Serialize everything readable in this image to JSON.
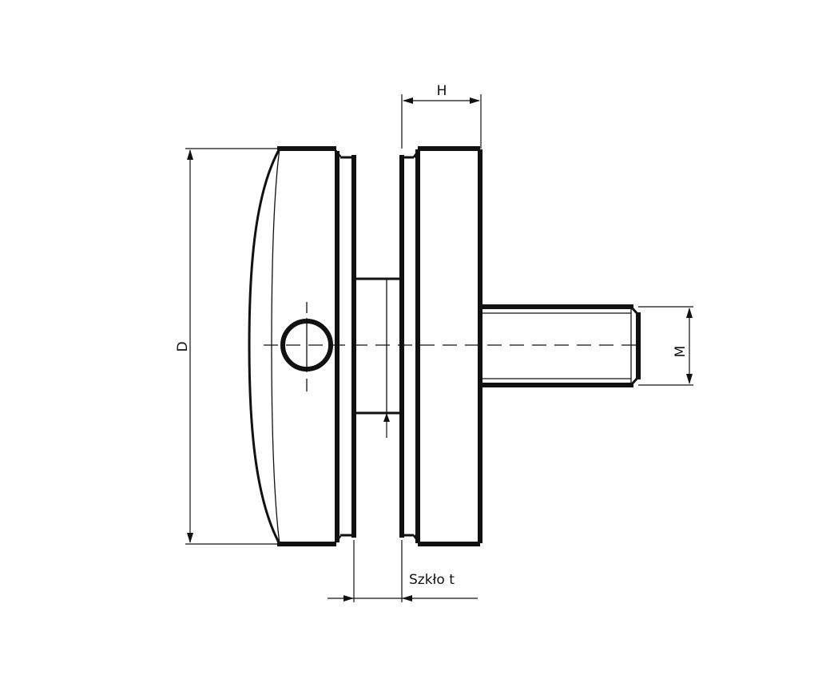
{
  "dimensions": {
    "h_label": "H",
    "d_label": "D",
    "m_label": "M",
    "glass_label": "Szkło t"
  }
}
